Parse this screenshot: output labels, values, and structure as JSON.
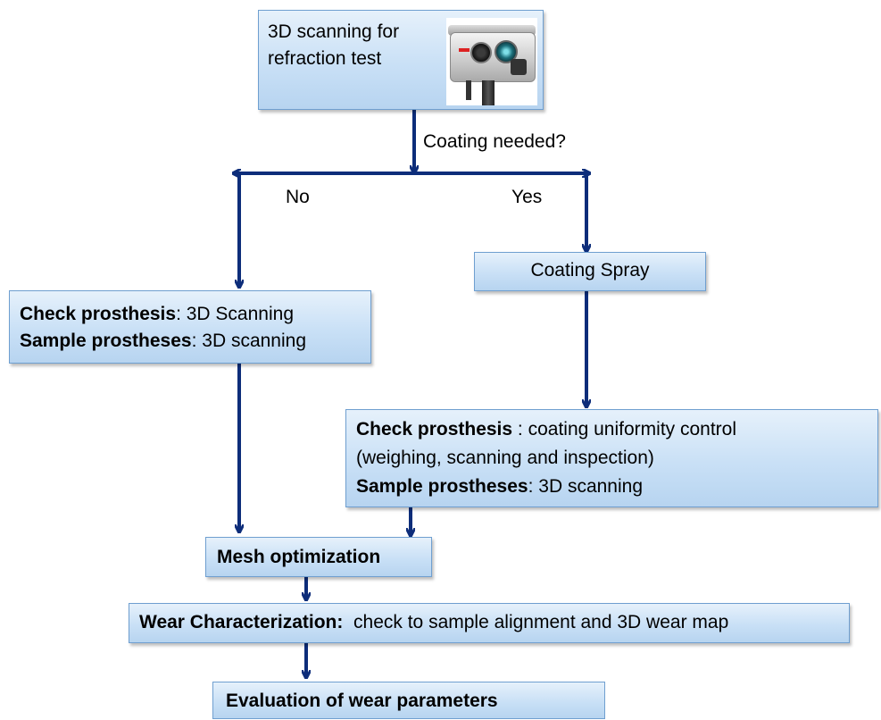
{
  "nodes": {
    "start": {
      "line1": "3D scanning for",
      "line2": "refraction test",
      "image": "3D scanner device"
    },
    "decision_label": "Coating needed?",
    "no_label": "No",
    "yes_label": "Yes",
    "coating": {
      "text": "Coating Spray"
    },
    "check_no": {
      "line1_bold": "Check prosthesis",
      "line1_rest": ": 3D Scanning",
      "line2_bold": "Sample prostheses",
      "line2_rest": ": 3D scanning"
    },
    "check_yes": {
      "line1_bold": "Check prosthesis",
      "line1_rest": " : coating uniformity control",
      "line2": "(weighing, scanning and inspection)",
      "line3_bold": "Sample prostheses",
      "line3_rest": ": 3D scanning"
    },
    "mesh": {
      "bold": "Mesh optimization"
    },
    "wear": {
      "bold": "Wear Characterization:",
      "rest": "  check to sample alignment and 3D wear map"
    },
    "eval": {
      "bold": "Evaluation of wear parameters"
    }
  },
  "colors": {
    "arrow": "#0d2d7a",
    "box_border": "#6f9fd0",
    "box_fill_top": "#e6f1fb",
    "box_fill_bottom": "#b7d4f0"
  }
}
